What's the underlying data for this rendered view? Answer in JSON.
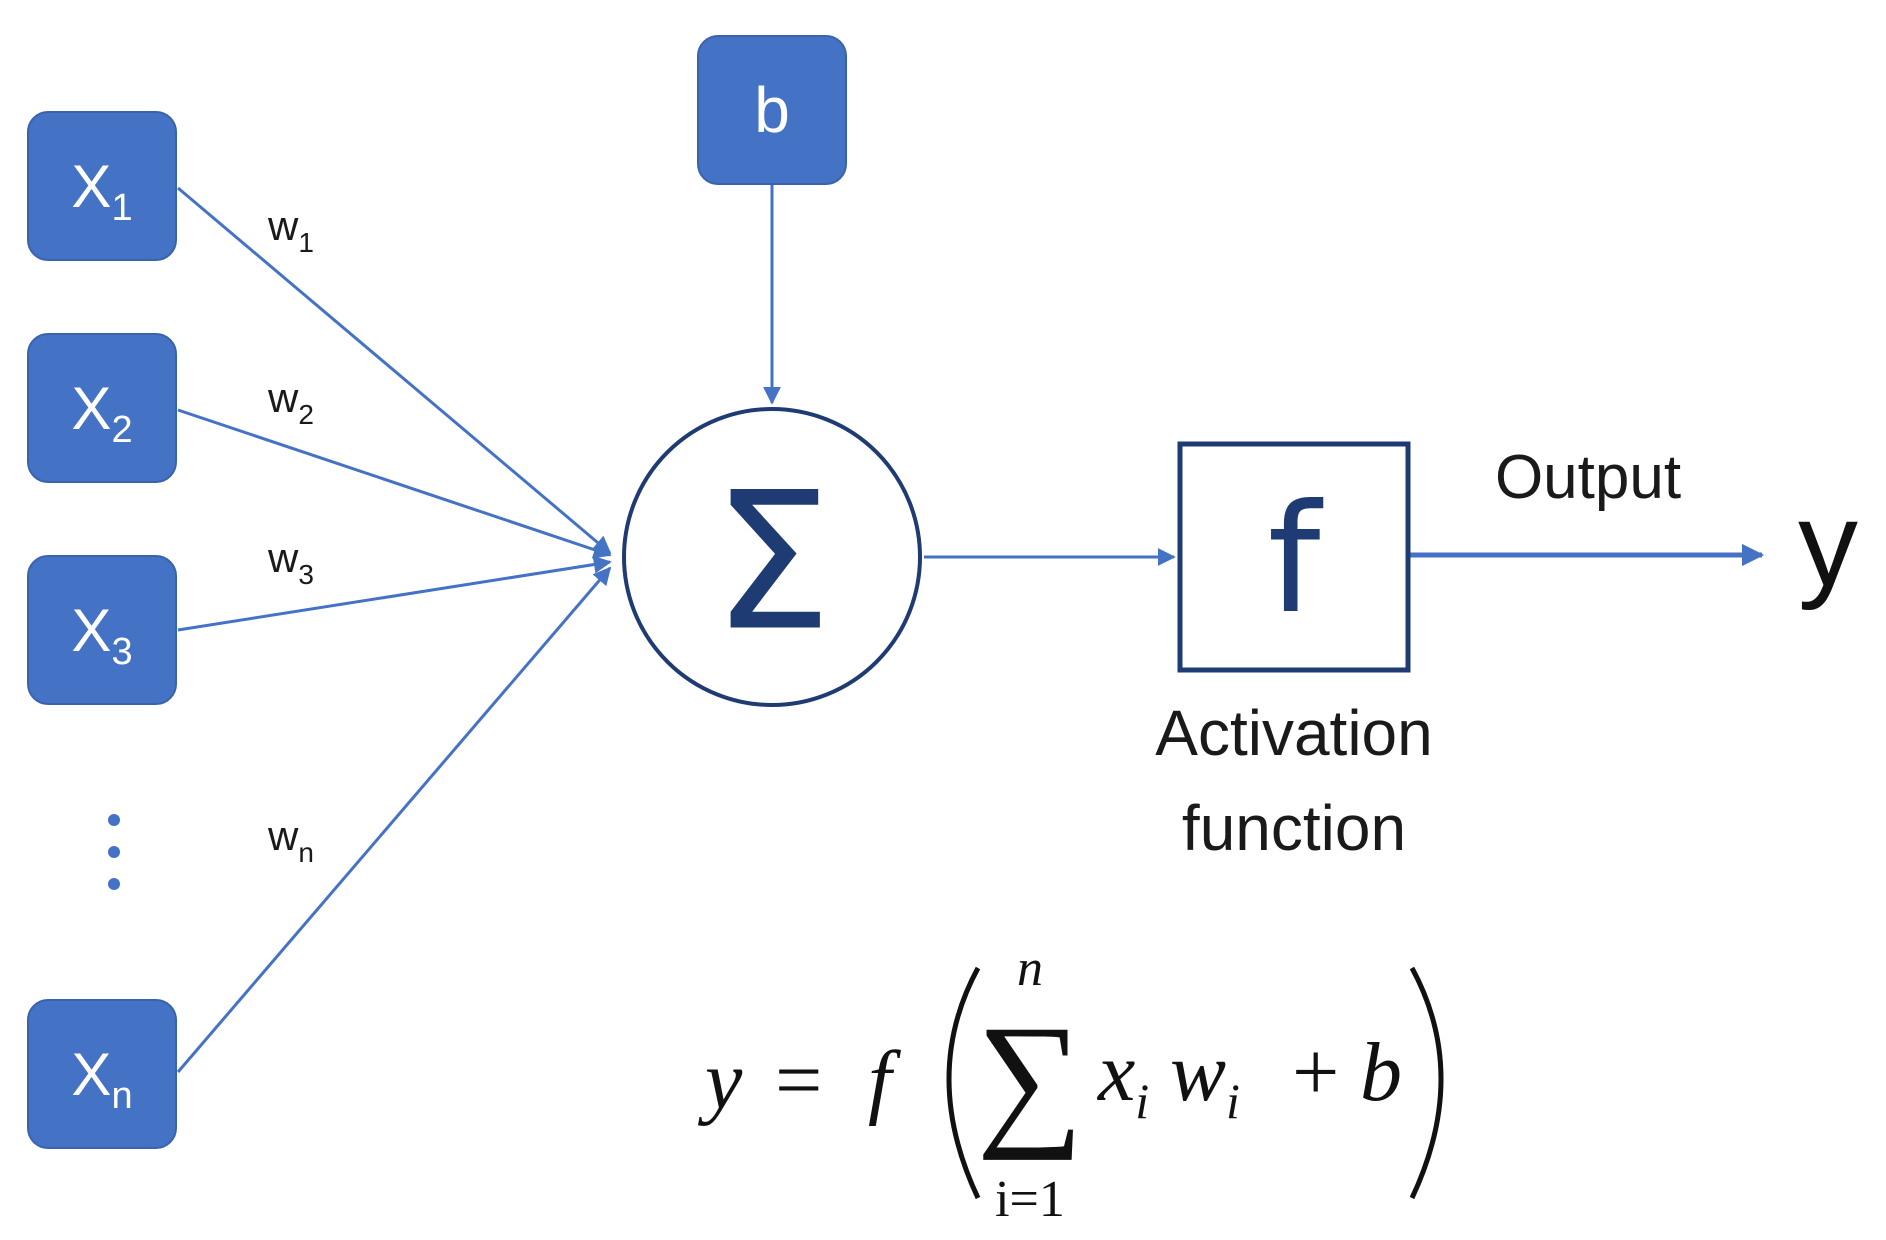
{
  "colors": {
    "node_fill": "#4472C4",
    "node_stroke": "#3A63AD",
    "edge": "#4472C4",
    "circle_stroke": "#1F3B73",
    "sum_symbol": "#1F3B73",
    "activation_stroke": "#1F3B73",
    "activation_symbol": "#1F3B73",
    "text": "#1a1a1a"
  },
  "inputs": [
    {
      "base": "X",
      "sub": "1"
    },
    {
      "base": "X",
      "sub": "2"
    },
    {
      "base": "X",
      "sub": "3"
    },
    {
      "base": "X",
      "sub": "n"
    }
  ],
  "weights": [
    {
      "base": "w",
      "sub": "1"
    },
    {
      "base": "w",
      "sub": "2"
    },
    {
      "base": "w",
      "sub": "3"
    },
    {
      "base": "w",
      "sub": "n"
    }
  ],
  "bias": {
    "label": "b"
  },
  "summation": {
    "symbol": "Σ"
  },
  "activation": {
    "symbol": "f",
    "caption_line1": "Activation",
    "caption_line2": "function"
  },
  "output": {
    "label": "Output",
    "symbol": "y"
  },
  "formula": {
    "lhs": "y",
    "equals": "=",
    "func": "f",
    "sum_symbol": "∑",
    "upper_limit": "n",
    "lower_limit": "i=1",
    "term_x": "x",
    "term_x_sub": "i",
    "term_w": "w",
    "term_w_sub": "i",
    "plus": "+",
    "bias": "b"
  }
}
